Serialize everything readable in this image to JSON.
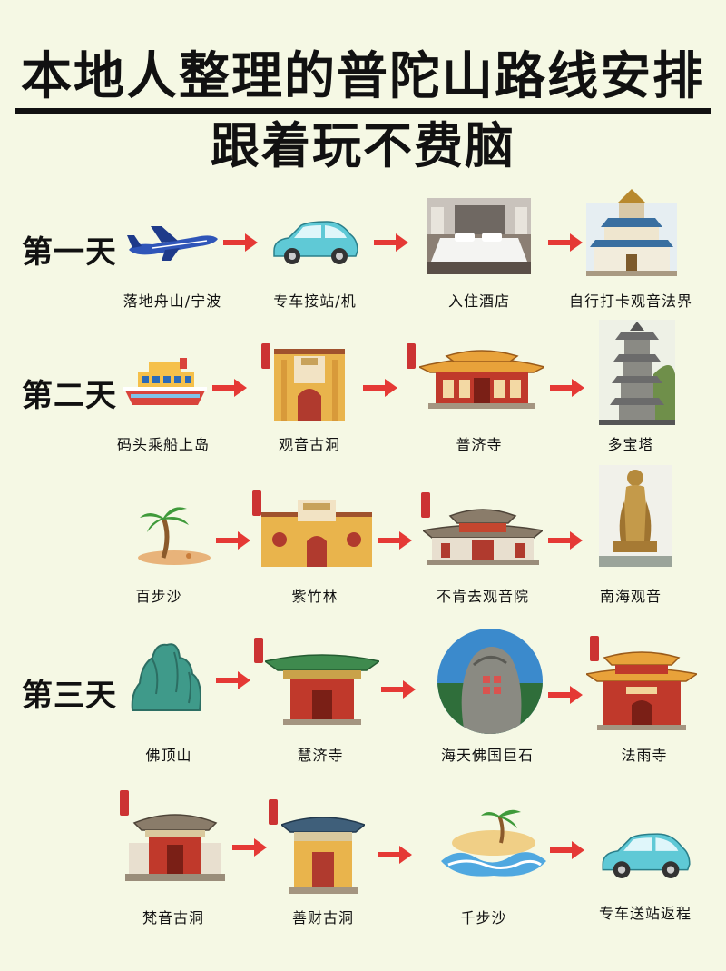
{
  "header": {
    "title": "本地人整理的普陀山路线安排",
    "subtitle": "跟着玩不费脑"
  },
  "days": {
    "day1": "第一天",
    "day2": "第二天",
    "day3": "第三天"
  },
  "stops": {
    "r1": [
      "落地舟山/宁波",
      "专车接站/机",
      "入住酒店",
      "自行打卡观音法界"
    ],
    "r2": [
      "码头乘船上岛",
      "观音古洞",
      "普济寺",
      "多宝塔"
    ],
    "r3": [
      "百步沙",
      "紫竹林",
      "不肯去观音院",
      "南海观音"
    ],
    "r4": [
      "佛顶山",
      "慧济寺",
      "海天佛国巨石",
      "法雨寺"
    ],
    "r5": [
      "梵音古洞",
      "善财古洞",
      "千步沙",
      "专车送站返程"
    ]
  },
  "colors": {
    "arrow": "#e53935",
    "background": "#f5f8e4"
  }
}
